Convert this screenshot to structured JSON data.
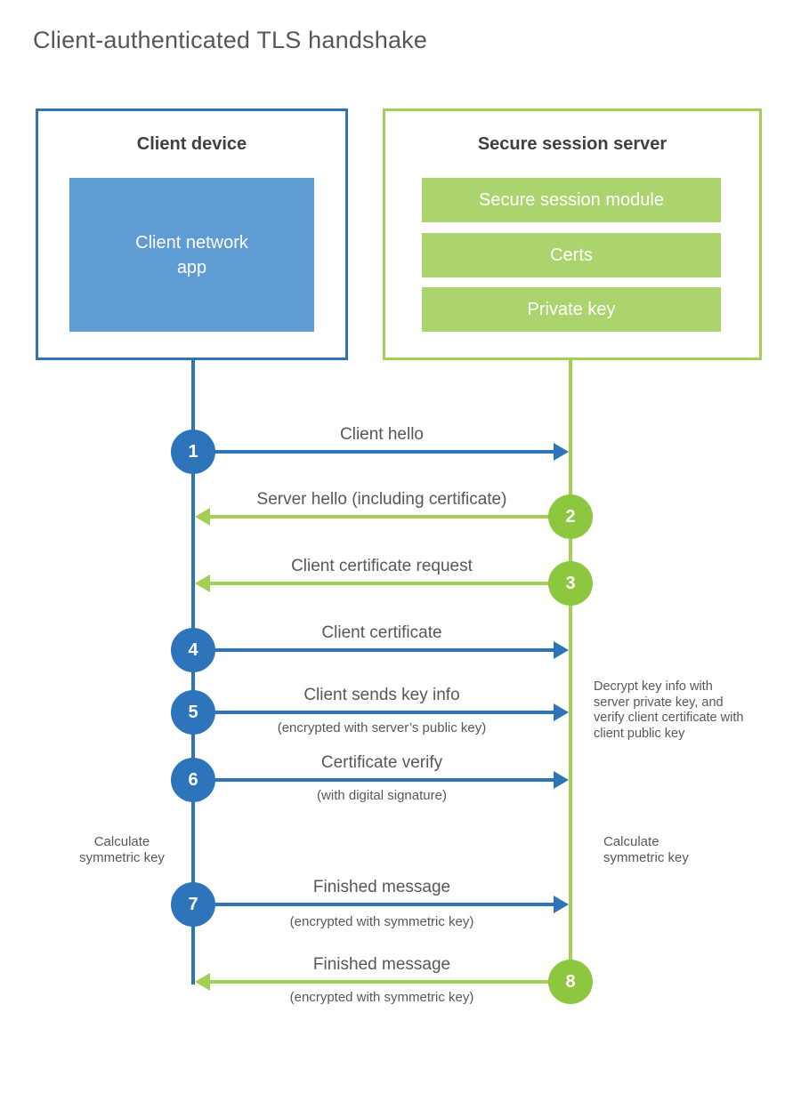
{
  "title": "Client-authenticated TLS handshake",
  "client_box": {
    "title": "Client device",
    "app_label": "Client network app"
  },
  "server_box": {
    "title": "Secure session server",
    "modules": [
      "Secure session module",
      "Certs",
      "Private key"
    ]
  },
  "steps": [
    {
      "num": "1",
      "label": "Client hello",
      "sub": "",
      "direction": "client-to-server",
      "color": "#2E74B8"
    },
    {
      "num": "2",
      "label": "Server hello (including certificate)",
      "sub": "",
      "direction": "server-to-client",
      "color": "#8DC63F"
    },
    {
      "num": "3",
      "label": "Client certificate request",
      "sub": "",
      "direction": "server-to-client",
      "color": "#8DC63F"
    },
    {
      "num": "4",
      "label": "Client certificate",
      "sub": "",
      "direction": "client-to-server",
      "color": "#2E74B8"
    },
    {
      "num": "5",
      "label": "Client sends key info",
      "sub": "(encrypted with server’s public key)",
      "direction": "client-to-server",
      "color": "#2E74B8"
    },
    {
      "num": "6",
      "label": "Certificate verify",
      "sub": "(with digital signature)",
      "direction": "client-to-server",
      "color": "#2E74B8"
    },
    {
      "num": "7",
      "label": "Finished message",
      "sub": "(encrypted with symmetric key)",
      "direction": "client-to-server",
      "color": "#2E74B8"
    },
    {
      "num": "8",
      "label": "Finished message",
      "sub": "(encrypted with symmetric key)",
      "direction": "server-to-client",
      "color": "#8DC63F"
    }
  ],
  "notes": {
    "server_decrypt": "Decrypt key info with server private key, and verify client certificate with client public key",
    "client_calculate": "Calculate symmetric key",
    "server_calculate": "Calculate symmetric key"
  },
  "colors": {
    "blue": "#2E74B8",
    "blue_fill": "#5F9CD4",
    "green_circle": "#8DC63F",
    "green_line": "#A3CF54",
    "green_bar": "#ACD46E",
    "heading_text": "#3E4043",
    "body_text": "#55585A"
  }
}
